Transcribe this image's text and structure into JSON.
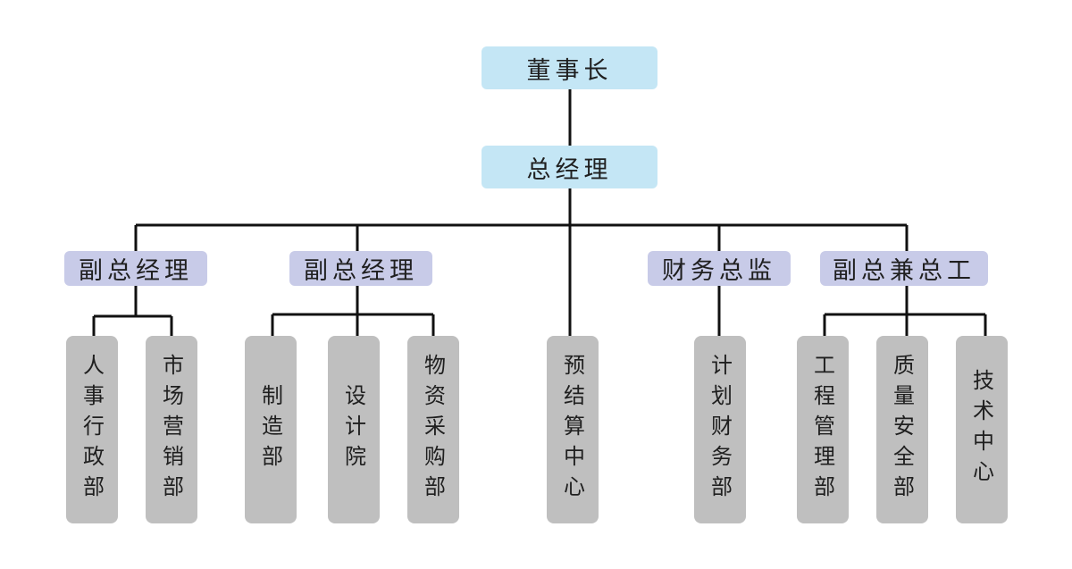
{
  "chairman": "董事长",
  "general_manager": "总经理",
  "branches": [
    {
      "title": "副总经理",
      "departments": [
        "人事行政部",
        "市场营销部"
      ]
    },
    {
      "title": "副总经理",
      "departments": [
        "制造部",
        "设计院",
        "物资采购部"
      ]
    },
    {
      "title": "",
      "departments": [
        "预结算中心"
      ]
    },
    {
      "title": "财务总监",
      "departments": [
        "计划财务部"
      ]
    },
    {
      "title": "副总兼总工",
      "departments": [
        "工程管理部",
        "质量安全部",
        "技术中心"
      ]
    }
  ],
  "colors": {
    "top_box": "#c4e6f5",
    "manager_box": "#c8cbe8",
    "department_box": "#bfbfbf",
    "connector": "#111111"
  }
}
